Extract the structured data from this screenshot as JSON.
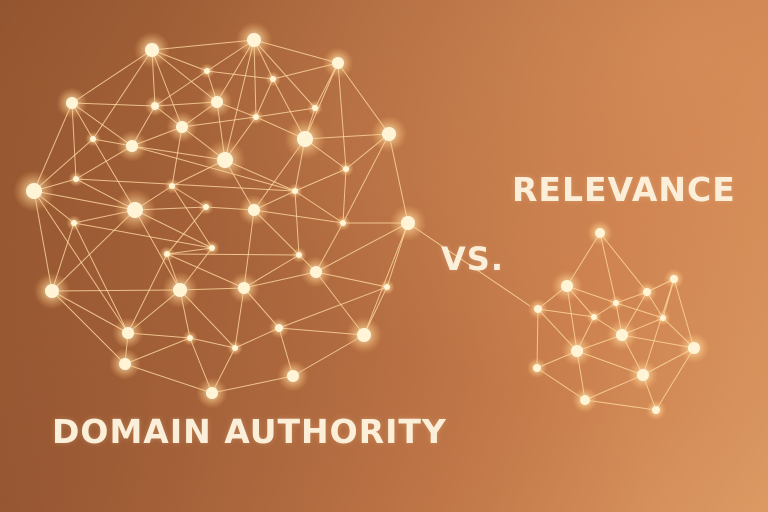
{
  "labels": {
    "left": "DOMAIN AUTHORITY",
    "right": "RELEVANCE",
    "versus": "VS."
  },
  "colors": {
    "background_dark": "#93552f",
    "background_light": "#dc9a63",
    "node": "#fff4d6",
    "edge": "#ffd9a0",
    "text": "#fbefd9"
  },
  "networks": {
    "large": {
      "name": "domain-authority-network",
      "nodes": [
        [
          152,
          50,
          7
        ],
        [
          254,
          40,
          7
        ],
        [
          338,
          63,
          6
        ],
        [
          207,
          71,
          3
        ],
        [
          273,
          79,
          3
        ],
        [
          72,
          103,
          6
        ],
        [
          155,
          106,
          4
        ],
        [
          217,
          102,
          6
        ],
        [
          315,
          108,
          3
        ],
        [
          182,
          127,
          6
        ],
        [
          256,
          117,
          3
        ],
        [
          93,
          139,
          3
        ],
        [
          132,
          146,
          6
        ],
        [
          305,
          139,
          8
        ],
        [
          389,
          134,
          7
        ],
        [
          225,
          160,
          8
        ],
        [
          346,
          169,
          3
        ],
        [
          34,
          191,
          8
        ],
        [
          76,
          179,
          3
        ],
        [
          172,
          186,
          3
        ],
        [
          295,
          191,
          3
        ],
        [
          135,
          210,
          8
        ],
        [
          206,
          207,
          3
        ],
        [
          254,
          210,
          6
        ],
        [
          343,
          223,
          3
        ],
        [
          408,
          223,
          7
        ],
        [
          74,
          223,
          3
        ],
        [
          212,
          248,
          3
        ],
        [
          167,
          254,
          3
        ],
        [
          299,
          255,
          3
        ],
        [
          316,
          272,
          6
        ],
        [
          52,
          291,
          7
        ],
        [
          180,
          290,
          7
        ],
        [
          244,
          288,
          6
        ],
        [
          387,
          287,
          3
        ],
        [
          128,
          333,
          6
        ],
        [
          190,
          338,
          3
        ],
        [
          279,
          328,
          4
        ],
        [
          364,
          335,
          7
        ],
        [
          235,
          348,
          3
        ],
        [
          125,
          364,
          6
        ],
        [
          293,
          376,
          6
        ],
        [
          212,
          393,
          6
        ]
      ],
      "edges": [
        [
          0,
          1
        ],
        [
          0,
          3
        ],
        [
          0,
          5
        ],
        [
          0,
          6
        ],
        [
          0,
          7
        ],
        [
          0,
          9
        ],
        [
          0,
          11
        ],
        [
          1,
          2
        ],
        [
          1,
          3
        ],
        [
          1,
          4
        ],
        [
          1,
          7
        ],
        [
          1,
          8
        ],
        [
          1,
          10
        ],
        [
          1,
          15
        ],
        [
          2,
          4
        ],
        [
          2,
          8
        ],
        [
          2,
          13
        ],
        [
          2,
          14
        ],
        [
          2,
          16
        ],
        [
          3,
          6
        ],
        [
          3,
          7
        ],
        [
          3,
          4
        ],
        [
          4,
          10
        ],
        [
          4,
          13
        ],
        [
          5,
          6
        ],
        [
          5,
          11
        ],
        [
          5,
          12
        ],
        [
          5,
          17
        ],
        [
          5,
          18
        ],
        [
          6,
          7
        ],
        [
          6,
          9
        ],
        [
          6,
          12
        ],
        [
          7,
          9
        ],
        [
          7,
          10
        ],
        [
          7,
          15
        ],
        [
          8,
          10
        ],
        [
          8,
          13
        ],
        [
          9,
          10
        ],
        [
          9,
          12
        ],
        [
          9,
          15
        ],
        [
          9,
          19
        ],
        [
          10,
          13
        ],
        [
          10,
          15
        ],
        [
          11,
          12
        ],
        [
          11,
          17
        ],
        [
          11,
          21
        ],
        [
          12,
          15
        ],
        [
          12,
          18
        ],
        [
          12,
          20
        ],
        [
          13,
          14
        ],
        [
          13,
          16
        ],
        [
          13,
          20
        ],
        [
          13,
          23
        ],
        [
          14,
          16
        ],
        [
          14,
          24
        ],
        [
          14,
          25
        ],
        [
          15,
          19
        ],
        [
          15,
          20
        ],
        [
          15,
          23
        ],
        [
          16,
          20
        ],
        [
          16,
          24
        ],
        [
          17,
          18
        ],
        [
          17,
          21
        ],
        [
          17,
          26
        ],
        [
          17,
          31
        ],
        [
          17,
          35
        ],
        [
          18,
          21
        ],
        [
          18,
          20
        ],
        [
          19,
          21
        ],
        [
          19,
          22
        ],
        [
          19,
          27
        ],
        [
          20,
          23
        ],
        [
          20,
          29
        ],
        [
          20,
          24
        ],
        [
          21,
          22
        ],
        [
          21,
          26
        ],
        [
          21,
          27
        ],
        [
          21,
          32
        ],
        [
          21,
          31
        ],
        [
          22,
          23
        ],
        [
          22,
          28
        ],
        [
          23,
          24
        ],
        [
          23,
          29
        ],
        [
          23,
          33
        ],
        [
          24,
          25
        ],
        [
          24,
          30
        ],
        [
          25,
          30
        ],
        [
          25,
          34
        ],
        [
          25,
          38
        ],
        [
          26,
          31
        ],
        [
          26,
          27
        ],
        [
          26,
          35
        ],
        [
          27,
          28
        ],
        [
          27,
          32
        ],
        [
          28,
          29
        ],
        [
          28,
          33
        ],
        [
          28,
          32
        ],
        [
          29,
          30
        ],
        [
          29,
          33
        ],
        [
          30,
          33
        ],
        [
          30,
          34
        ],
        [
          30,
          38
        ],
        [
          31,
          35
        ],
        [
          31,
          40
        ],
        [
          31,
          32
        ],
        [
          32,
          33
        ],
        [
          32,
          35
        ],
        [
          32,
          36
        ],
        [
          33,
          37
        ],
        [
          33,
          39
        ],
        [
          34,
          38
        ],
        [
          34,
          37
        ],
        [
          35,
          36
        ],
        [
          35,
          40
        ],
        [
          36,
          39
        ],
        [
          36,
          40
        ],
        [
          36,
          42
        ],
        [
          37,
          38
        ],
        [
          37,
          39
        ],
        [
          37,
          41
        ],
        [
          38,
          41
        ],
        [
          39,
          42
        ],
        [
          40,
          42
        ],
        [
          41,
          42
        ],
        [
          35,
          28
        ],
        [
          32,
          39
        ]
      ]
    },
    "small": {
      "name": "relevance-network",
      "nodes": [
        [
          600,
          233,
          5
        ],
        [
          567,
          286,
          6
        ],
        [
          538,
          309,
          4
        ],
        [
          647,
          292,
          4
        ],
        [
          674,
          279,
          4
        ],
        [
          616,
          303,
          3
        ],
        [
          594,
          317,
          3
        ],
        [
          663,
          318,
          3
        ],
        [
          622,
          335,
          6
        ],
        [
          577,
          351,
          6
        ],
        [
          694,
          348,
          6
        ],
        [
          537,
          368,
          4
        ],
        [
          643,
          375,
          6
        ],
        [
          585,
          400,
          5
        ],
        [
          656,
          410,
          4
        ]
      ],
      "edges": [
        [
          0,
          1
        ],
        [
          0,
          5
        ],
        [
          0,
          3
        ],
        [
          1,
          2
        ],
        [
          1,
          5
        ],
        [
          1,
          6
        ],
        [
          1,
          9
        ],
        [
          2,
          6
        ],
        [
          2,
          9
        ],
        [
          2,
          11
        ],
        [
          3,
          4
        ],
        [
          3,
          5
        ],
        [
          3,
          7
        ],
        [
          3,
          8
        ],
        [
          4,
          7
        ],
        [
          4,
          10
        ],
        [
          4,
          12
        ],
        [
          5,
          6
        ],
        [
          5,
          7
        ],
        [
          5,
          8
        ],
        [
          6,
          8
        ],
        [
          6,
          9
        ],
        [
          7,
          8
        ],
        [
          7,
          10
        ],
        [
          8,
          9
        ],
        [
          8,
          10
        ],
        [
          8,
          12
        ],
        [
          9,
          11
        ],
        [
          9,
          12
        ],
        [
          9,
          13
        ],
        [
          10,
          12
        ],
        [
          10,
          14
        ],
        [
          11,
          13
        ],
        [
          12,
          13
        ],
        [
          12,
          14
        ],
        [
          13,
          14
        ]
      ]
    },
    "bridge": [
      [
        408,
        223
      ],
      [
        530,
        306
      ]
    ]
  }
}
